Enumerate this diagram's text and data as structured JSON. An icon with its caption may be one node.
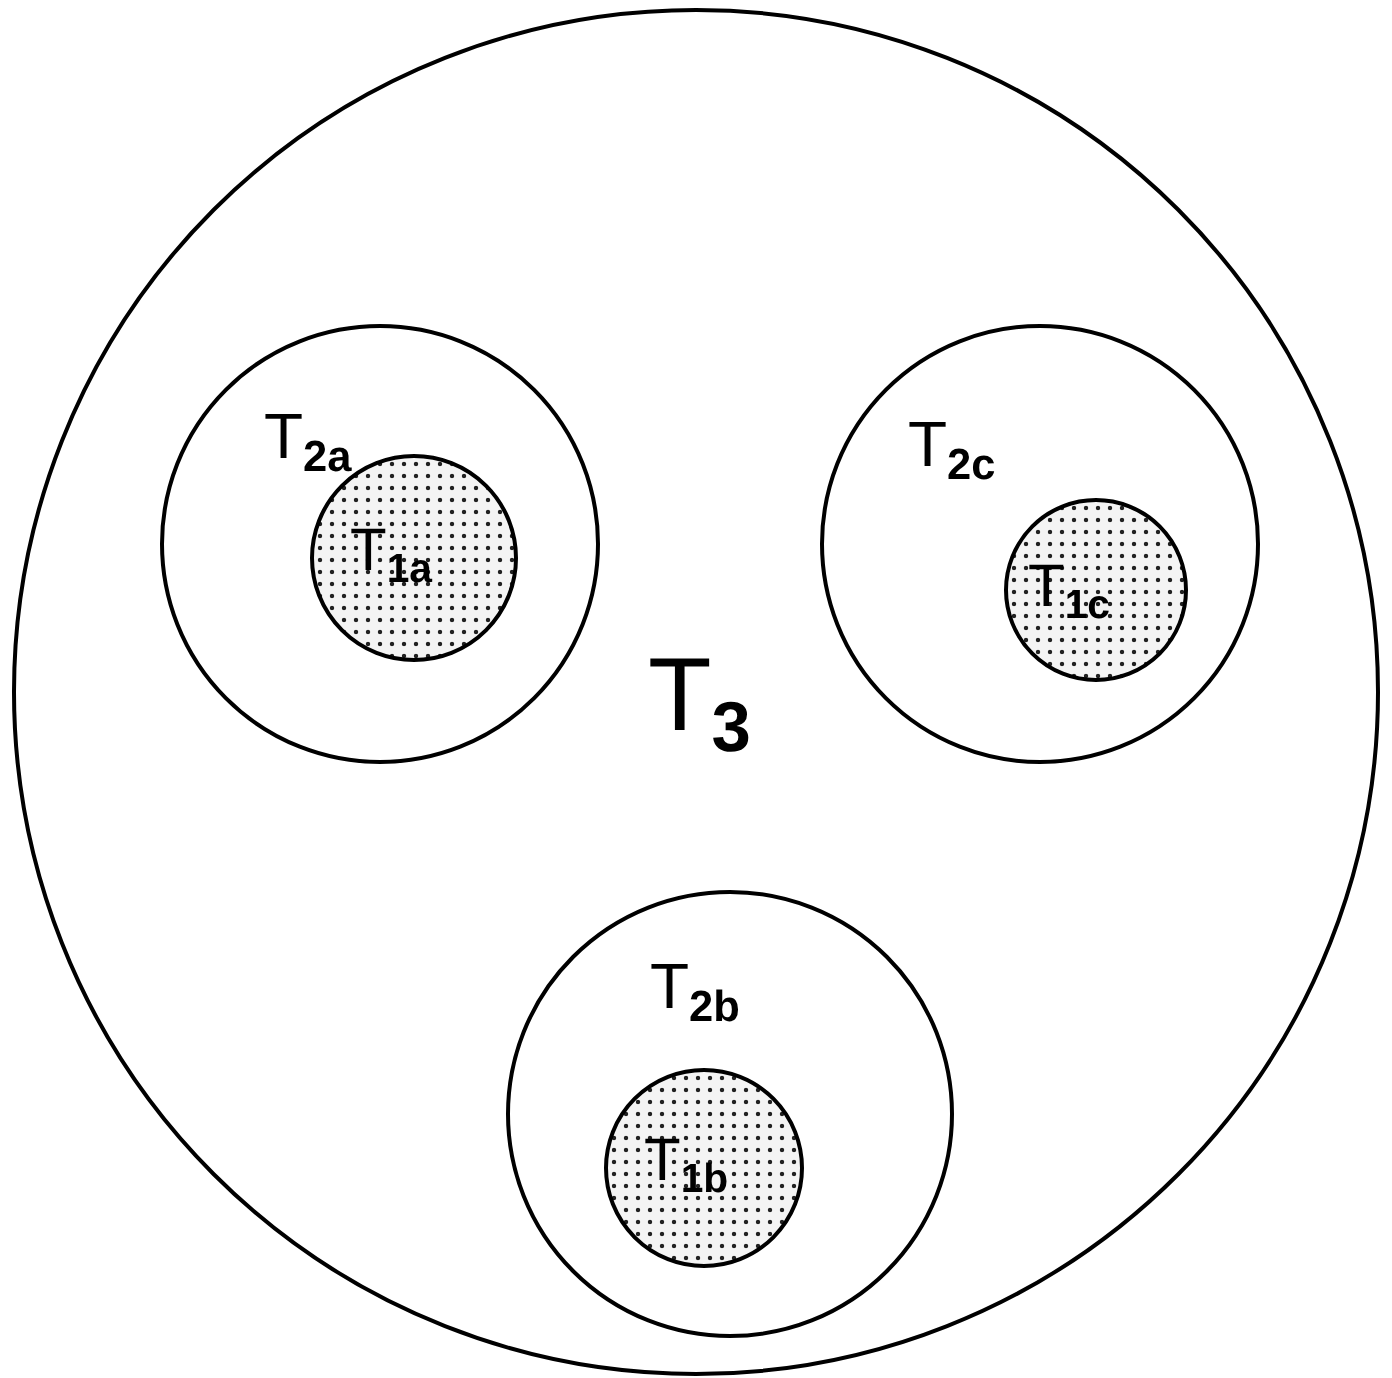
{
  "diagram": {
    "nodes": [
      {
        "text": [
          "T$_{3}$"
        ]
      },
      {
        "text": [
          "T$_{2a}$"
        ],
        "in": 0
      },
      {
        "text": [
          "T$_{1a}$"
        ],
        "in": 1
      },
      {
        "text": [
          "T$_{2c}$"
        ],
        "in": 0
      },
      {
        "text": [
          "T$_{1c}$"
        ],
        "in": 3
      },
      {
        "text": [
          "T$_{2b}$"
        ],
        "in": 0
      },
      {
        "text": [
          "T$_{1b}$"
        ],
        "in": 5
      }
    ]
  }
}
